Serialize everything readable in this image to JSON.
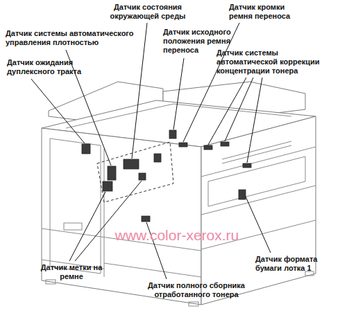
{
  "diagram": {
    "labels": [
      "Датчик состояния окружающей среды",
      "Датчик кромки ремня переноса",
      "Датчик исходного положения ремня переноса",
      "Датчик системы автоматического управления плотностью",
      "Датчик ожидания дуплексного тракта",
      "Датчик системы автоматической коррекции концентрации тонера",
      "www.color-xerox.ru",
      "Датчик формата бумаги лотка 1",
      "Датчик метки на ремне",
      "Датчик полного сборника отработанного тонера"
    ]
  }
}
